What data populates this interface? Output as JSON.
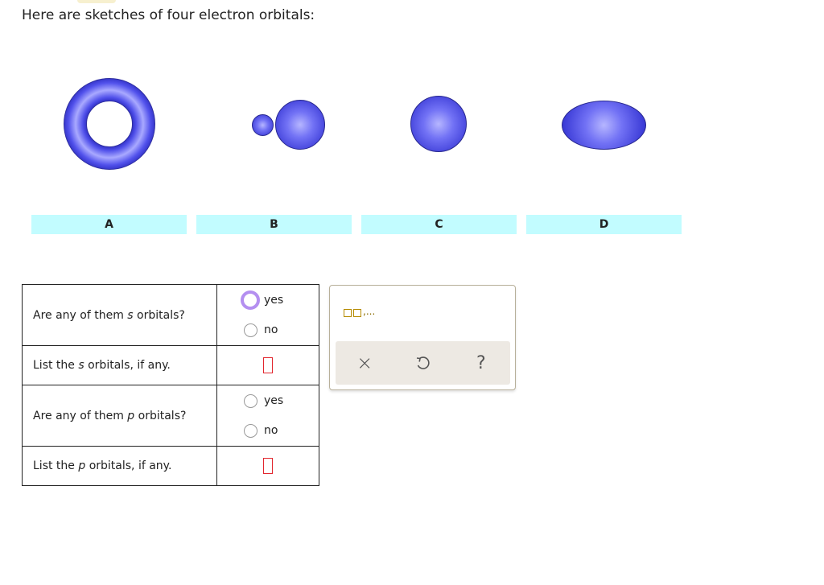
{
  "prompt": "Here are sketches of four electron orbitals:",
  "orbital_labels": [
    "A",
    "B",
    "C",
    "D"
  ],
  "questions": [
    {
      "text": "Are any of them s orbitals?",
      "type": "radio",
      "options": [
        "yes",
        "no"
      ],
      "focused_option": "yes"
    },
    {
      "text": "List the s orbitals, if any.",
      "type": "input",
      "value": ""
    },
    {
      "text": "Are any of them p orbitals?",
      "type": "radio",
      "options": [
        "yes",
        "no"
      ]
    },
    {
      "text": "List the p orbitals, if any.",
      "type": "input",
      "value": ""
    }
  ],
  "tool_panel": {
    "template_suffix": ",...",
    "buttons": {
      "clear": "×",
      "undo": "undo-icon",
      "help": "?"
    }
  },
  "colors": {
    "label_bg": "#c2fcff",
    "orbital": "#4a4ae6",
    "error_box": "#e2262e",
    "focus_ring": "#b48ff0"
  }
}
